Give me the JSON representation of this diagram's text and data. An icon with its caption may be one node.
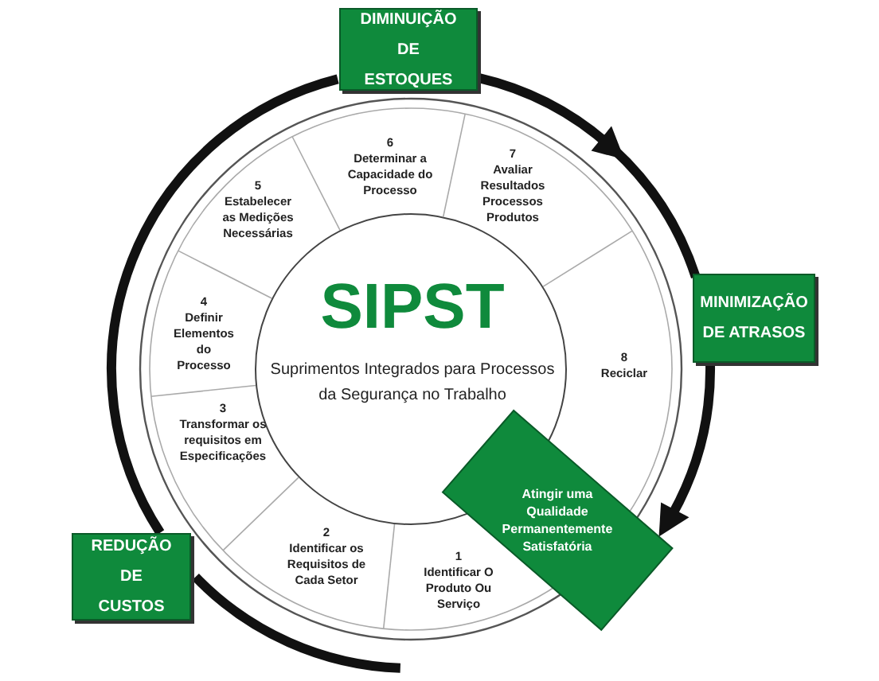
{
  "diagram": {
    "nodes": [
      {
        "text": [
          "DIMINUIÇÃO DE ESTOQUES"
        ]
      },
      {
        "text": [
          "6",
          "Determinar a Capacidade do Processo"
        ]
      },
      {
        "text": [
          "7",
          "Avaliar Resultados Processos Produtos"
        ]
      },
      {
        "text": [
          "5",
          "Estabelecer as Medições Necessárias"
        ]
      },
      {
        "text": [
          "MINIMIZAÇÃO DE ATRASOS"
        ]
      },
      {
        "text": [
          "8",
          "Reciclar"
        ]
      },
      {
        "text": [
          "4",
          "Definir Elementos do Processo"
        ]
      },
      {
        "text": [
          "SIPST",
          "Suprimentos Integrados para Processos da Segurança no Trabalho"
        ]
      },
      {
        "text": [
          "3",
          "Transformar os requisitos em Especificações"
        ]
      },
      {
        "text": [
          "Atingir uma Qualidade Permanentemente Satisfatória"
        ]
      },
      {
        "text": [
          "2",
          "Identificar os Requisitos de Cada Setor"
        ]
      },
      {
        "text": [
          "1",
          "Identificar O Produto Ou Serviço"
        ]
      },
      {
        "text": [
          "REDUÇÃO DE CUSTOS"
        ]
      }
    ],
    "edges": [
      {
        "from": 0,
        "to": 4,
        "arrow": "to"
      },
      {
        "from": 4,
        "to": 9,
        "arrow": "to"
      },
      {
        "from": null,
        "to": 12,
        "arrow": "none"
      },
      {
        "from": 12,
        "to": 0,
        "arrow": "none"
      }
    ]
  }
}
